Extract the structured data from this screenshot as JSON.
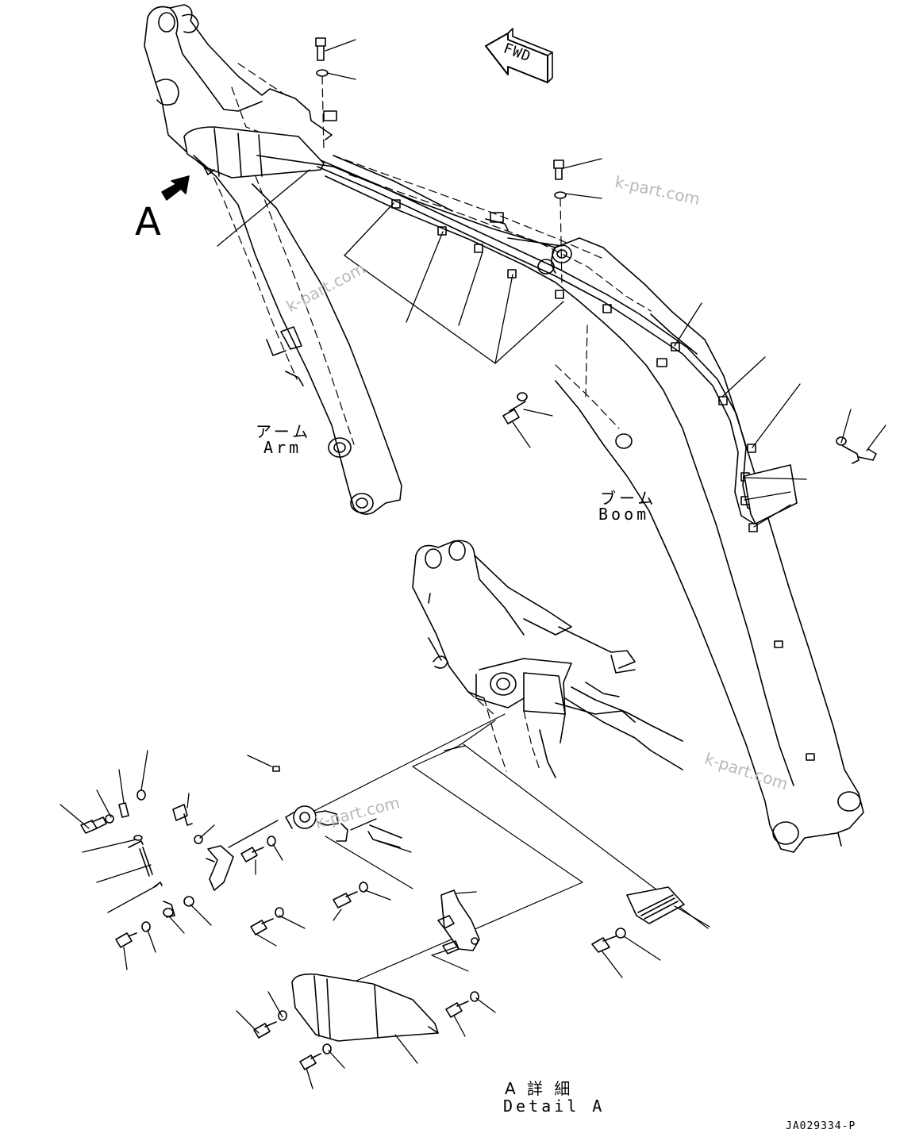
{
  "labels": {
    "arm_jp": "アーム",
    "arm_en": "Arm",
    "boom_jp": "ブーム",
    "boom_en": "Boom",
    "view_letter": "A",
    "detail_jp": "A 詳 細",
    "detail_en": "Detail A",
    "fwd": "FWD",
    "drawing_no": "JA029334-P"
  },
  "watermarks": [
    "k-part.com",
    "k-part.com",
    "k-part.com",
    "k-part.com"
  ]
}
